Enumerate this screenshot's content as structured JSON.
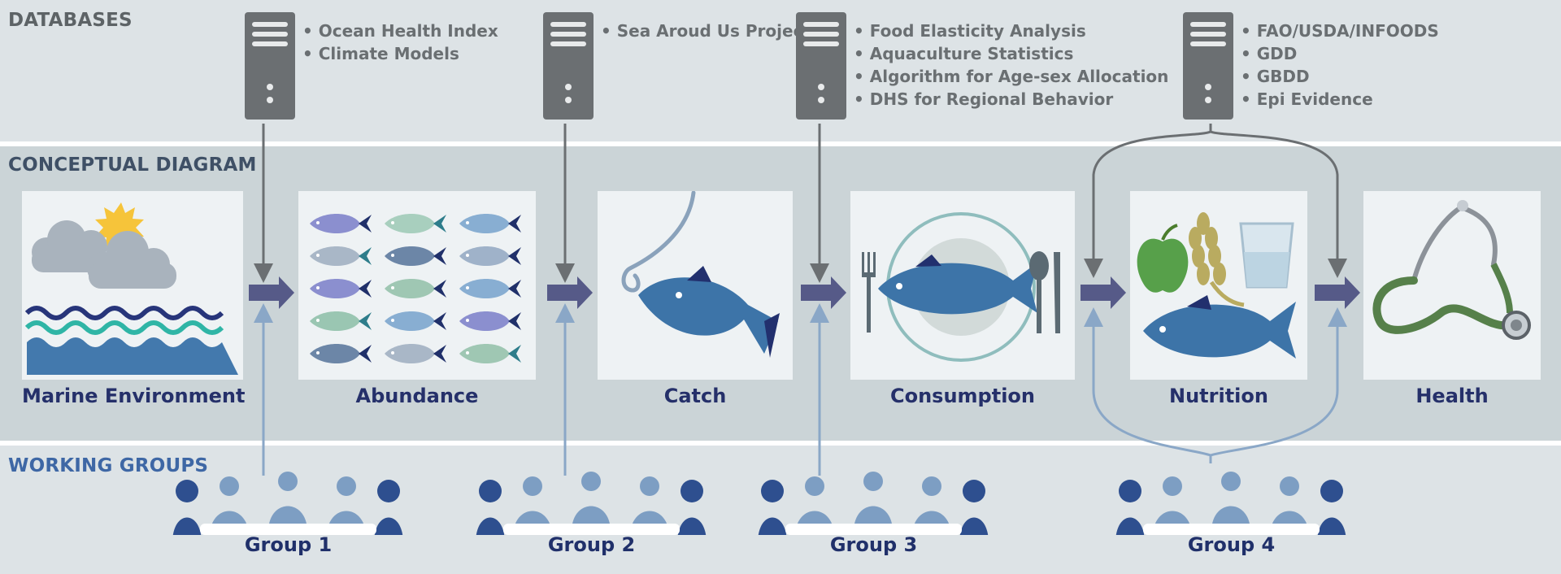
{
  "sections": {
    "databases": "DATABASES",
    "conceptual": "CONCEPTUAL DIAGRAM",
    "working_groups": "WORKING GROUPS"
  },
  "stages": [
    "Marine Environment",
    "Abundance",
    "Catch",
    "Consumption",
    "Nutrition",
    "Health"
  ],
  "databases": [
    {
      "items": [
        "Ocean Health Index",
        "Climate Models"
      ]
    },
    {
      "items": [
        "Sea Aroud Us Project"
      ]
    },
    {
      "items": [
        "Food Elasticity Analysis",
        "Aquaculture Statistics",
        "Algorithm for Age-sex Allocation",
        "DHS for Regional Behavior"
      ]
    },
    {
      "items": [
        "FAO/USDA/INFOODS",
        "GDD",
        "GBDD",
        "Epi Evidence"
      ]
    }
  ],
  "groups": [
    "Group 1",
    "Group 2",
    "Group 3",
    "Group 4"
  ],
  "colors": {
    "arrow": "#565a88",
    "db_arrow": "#6b6f72",
    "group_arrow": "#8aa7c7",
    "fish": "#3d74a8",
    "people": "#2e4f8f"
  }
}
